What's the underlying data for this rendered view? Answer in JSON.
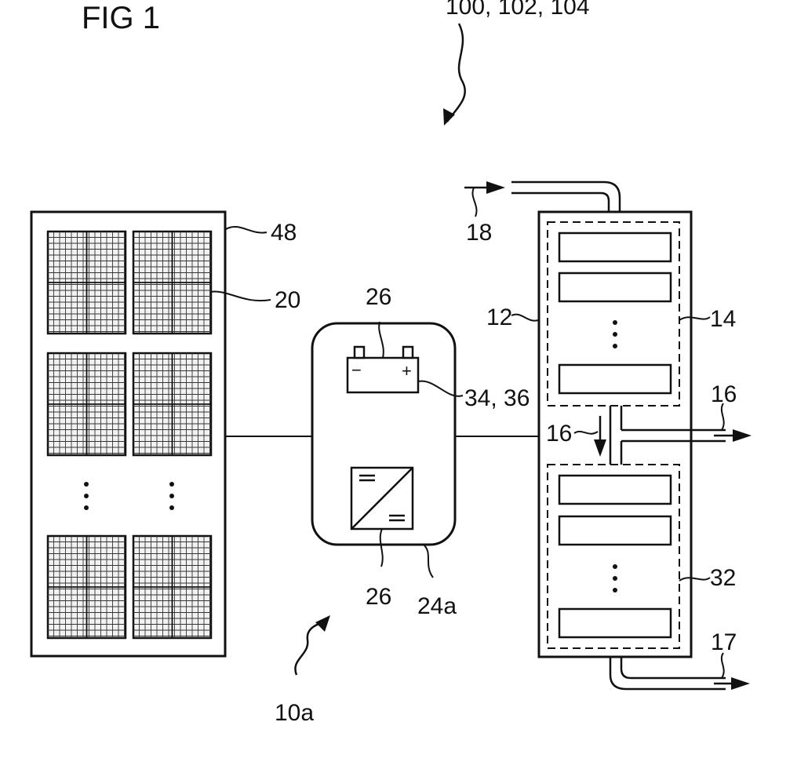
{
  "figure": {
    "title": "FIG 1"
  },
  "labels": {
    "system_ref": "100, 102, 104",
    "ref_48": "48",
    "ref_20": "20",
    "ref_26_top": "26",
    "ref_26_bottom": "26",
    "ref_24a": "24a",
    "ref_34_36": "34, 36",
    "ref_12": "12",
    "ref_14": "14",
    "ref_16_right": "16",
    "ref_16_left": "16",
    "ref_18": "18",
    "ref_32": "32",
    "ref_17": "17",
    "ref_10a": "10a"
  },
  "battery": {
    "minus": "−",
    "plus": "+"
  },
  "converter": {
    "dc_symbol": "="
  },
  "colors": {
    "ink": "#111111",
    "background": "#ffffff",
    "panel_fill": "#f2f2f2"
  }
}
